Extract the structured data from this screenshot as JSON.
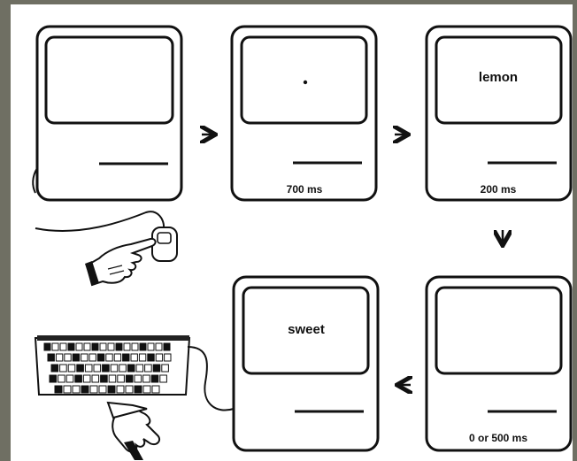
{
  "panels": [
    {
      "id": "p1",
      "screen_text": "",
      "caption": ""
    },
    {
      "id": "p2",
      "screen_text": "",
      "caption": "700 ms"
    },
    {
      "id": "p3",
      "screen_text": "lemon",
      "caption": "200 ms"
    },
    {
      "id": "p4",
      "screen_text": "",
      "caption": "0 or 500 ms"
    },
    {
      "id": "p5",
      "screen_text": "sweet",
      "caption": ""
    }
  ],
  "icons": {
    "mouse": "computer-mouse-icon",
    "pointing_hand": "pointing-hand-icon",
    "keyboard": "keyboard-icon",
    "arrow": "arrow-icon"
  },
  "colors": {
    "frame": "#6f6f63",
    "ink": "#111111",
    "paper": "#ffffff"
  }
}
